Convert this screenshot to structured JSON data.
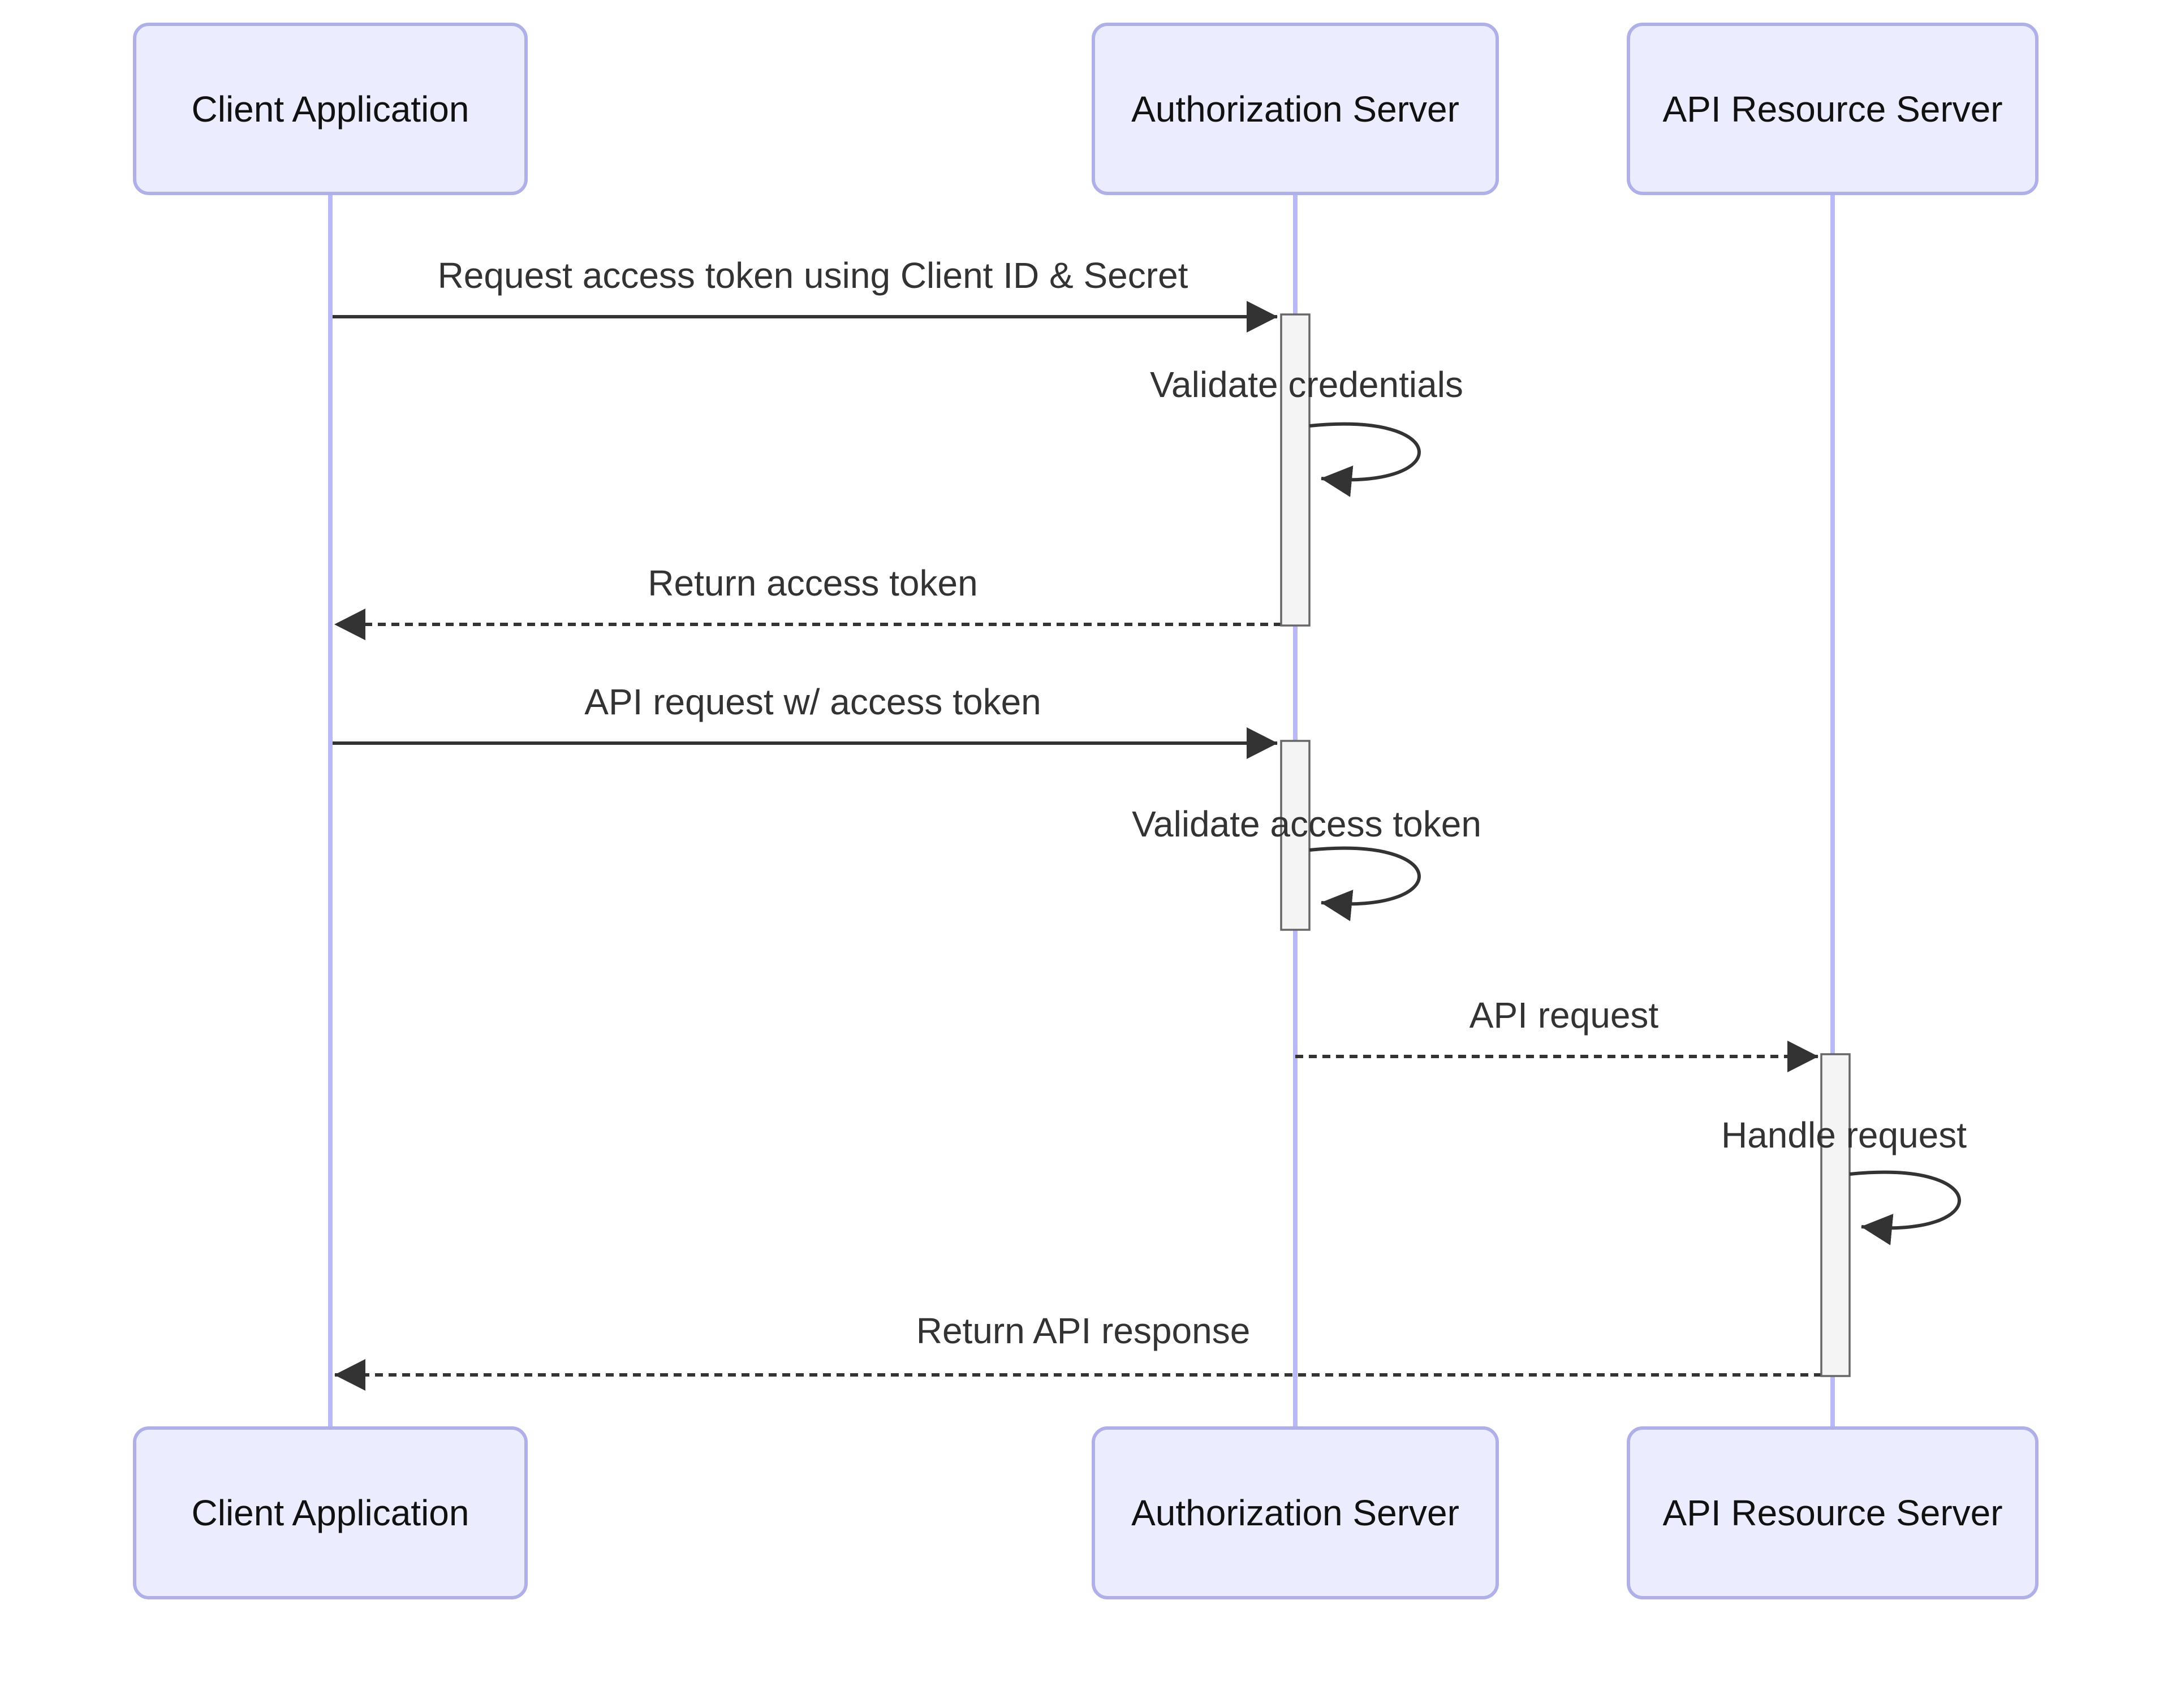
{
  "diagram": {
    "type": "sequence-diagram",
    "actors": [
      {
        "id": "client",
        "label": "Client Application"
      },
      {
        "id": "auth",
        "label": "Authorization Server"
      },
      {
        "id": "api",
        "label": "API Resource Server"
      }
    ],
    "messages": [
      {
        "from": "client",
        "to": "auth",
        "label": "Request access token using Client ID & Secret",
        "line": "solid"
      },
      {
        "from": "auth",
        "to": "auth",
        "label": "Validate credentials",
        "line": "self"
      },
      {
        "from": "auth",
        "to": "client",
        "label": "Return access token",
        "line": "dashed"
      },
      {
        "from": "client",
        "to": "auth",
        "label": "API request w/ access token",
        "line": "solid"
      },
      {
        "from": "auth",
        "to": "auth",
        "label": "Validate access token",
        "line": "self"
      },
      {
        "from": "auth",
        "to": "api",
        "label": "API request",
        "line": "dashed"
      },
      {
        "from": "api",
        "to": "api",
        "label": "Handle request",
        "line": "self"
      },
      {
        "from": "api",
        "to": "client",
        "label": "Return API response",
        "line": "dashed"
      }
    ],
    "colors": {
      "background": "#ffffff",
      "actorFill": "#ececff",
      "actorBorder": "#b0b0e8",
      "actorText": "#111111",
      "lifeline": "#b9b9f8",
      "activationFill": "#f4f4f4",
      "activationBorder": "#666666",
      "arrow": "#333333",
      "messageText": "#333333"
    }
  }
}
